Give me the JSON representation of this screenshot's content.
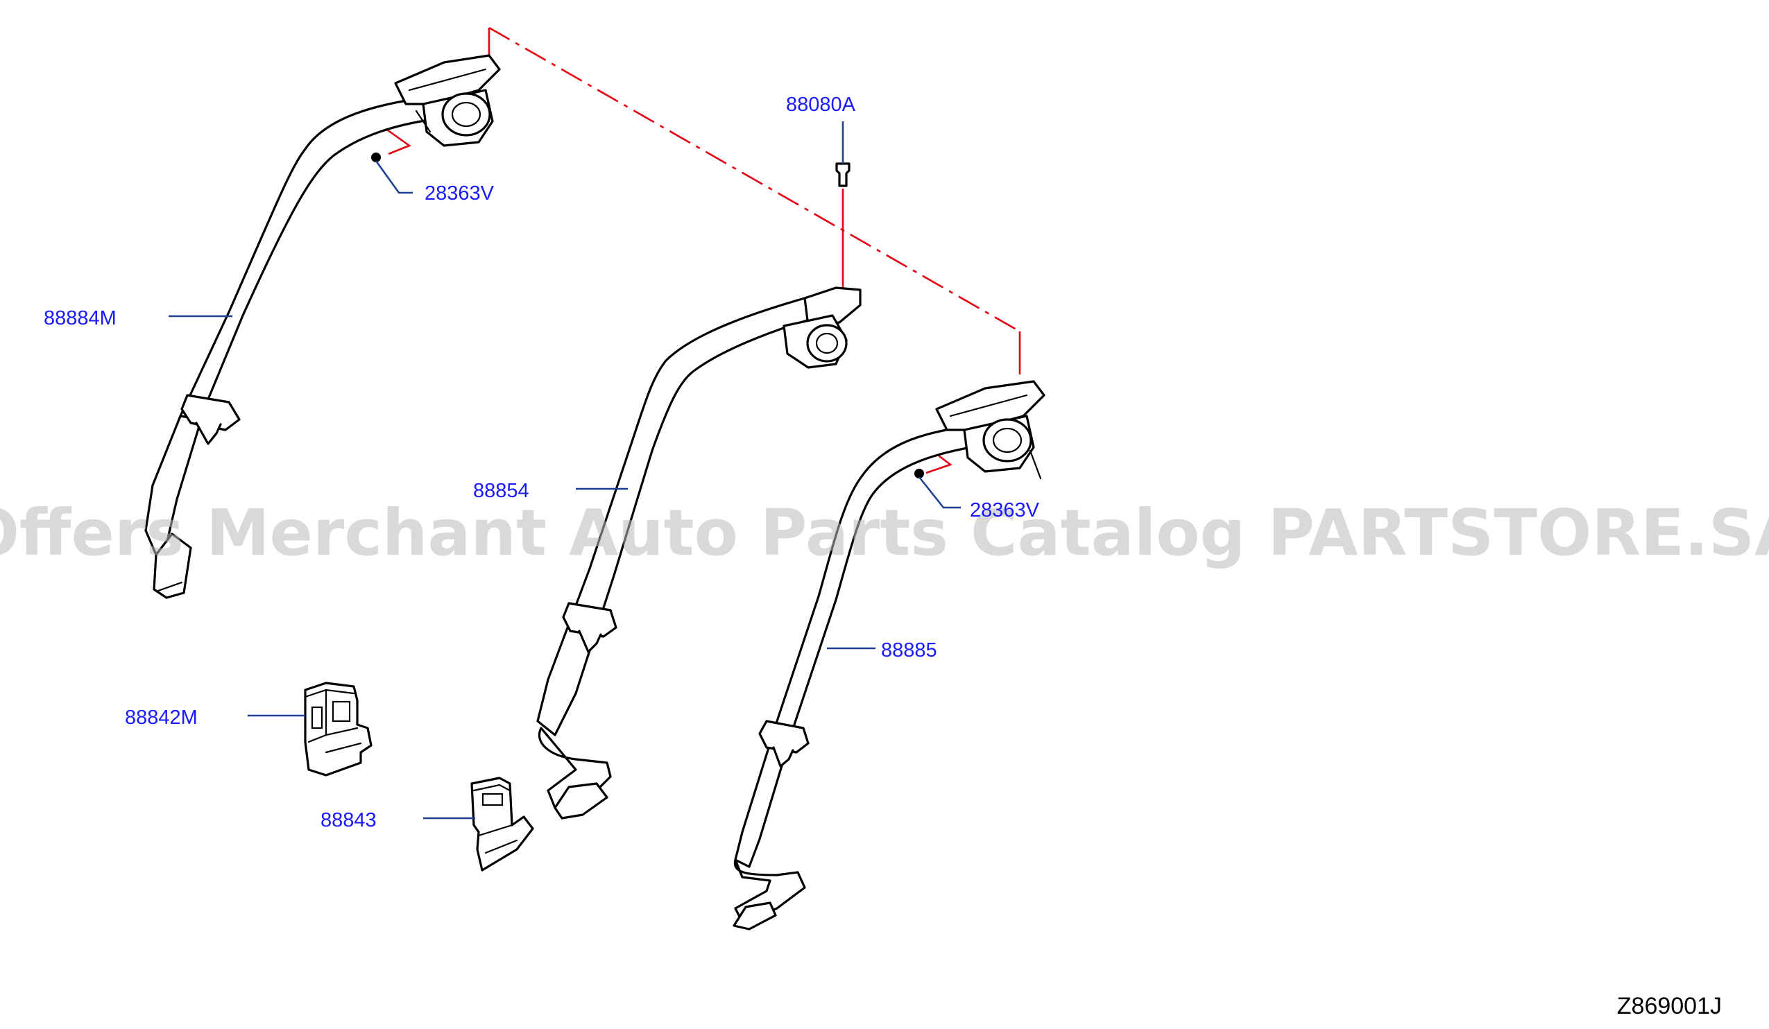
{
  "watermark": "Offers Merchant Auto Parts Catalog PARTSTORE.SA",
  "diagram_code": "Z869001J",
  "part_labels": {
    "p88080A": "88080A",
    "p28363V_a": "28363V",
    "p28363V_b": "28363V",
    "p88884M": "88884M",
    "p88854": "88854",
    "p88885": "88885",
    "p88842M": "88842M",
    "p88843": "88843"
  },
  "colors": {
    "label_text": "#1a1aff",
    "leader_line": "#1f3f8f",
    "reference_line": "#e60012",
    "linework": "#000000"
  }
}
